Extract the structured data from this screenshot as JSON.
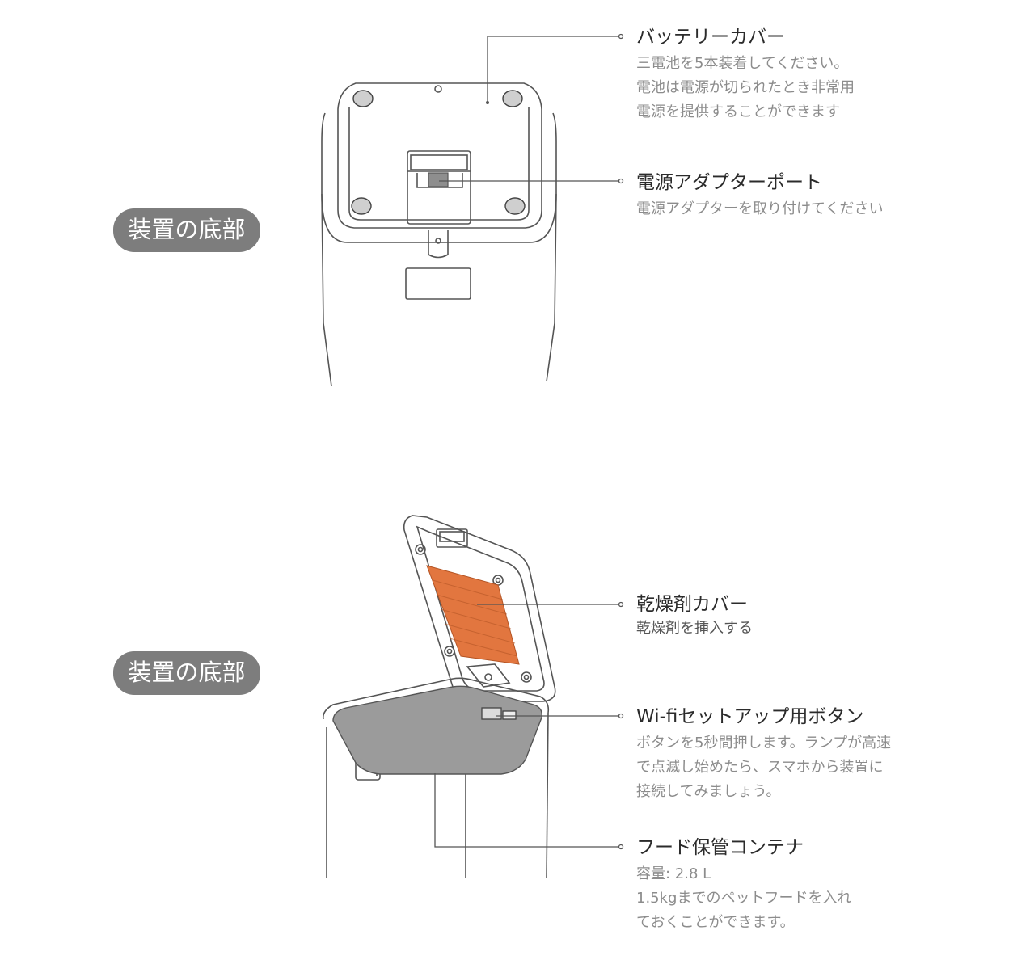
{
  "sections": [
    {
      "badge": "装置の底部",
      "callouts": [
        {
          "title": "バッテリーカバー",
          "lines": [
            "三電池を5本装着してください。",
            "電池は電源が切られたとき非常用",
            "電源を提供することができます"
          ]
        },
        {
          "title": "電源アダプターポート",
          "lines": [
            "電源アダプターを取り付けてください"
          ]
        }
      ]
    },
    {
      "badge": "装置の底部",
      "callouts": [
        {
          "title": "乾燥剤カバー",
          "lines": [
            "乾燥剤を挿入する"
          ]
        },
        {
          "title": "Wi-fiセットアップ用ボタン",
          "lines": [
            "ボタンを5秒間押します。ランプが高速",
            "で点滅し始めたら、スマホから装置に",
            "接続してみましょう。"
          ]
        },
        {
          "title": "フード保管コンテナ",
          "lines": [
            "容量: 2.8 L",
            "1.5kgまでのペットフードを入れ",
            "ておくことができます。"
          ]
        }
      ]
    }
  ],
  "colors": {
    "badge": "#7d7d7d",
    "desiccant": "#e2763f",
    "line": "#555555",
    "title": "#2b2b2b",
    "desc": "#8c8c8c"
  }
}
